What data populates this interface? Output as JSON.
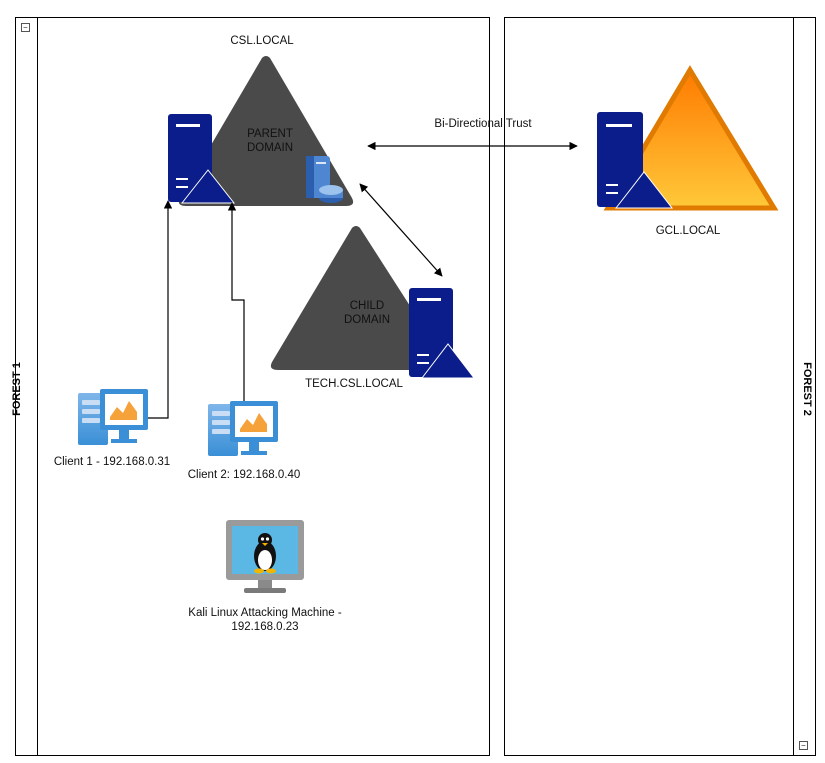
{
  "forests": [
    {
      "title": "FOREST 1"
    },
    {
      "title": "FOREST 2"
    }
  ],
  "parent_domain": {
    "name": "CSL.LOCAL",
    "label": "PARENT DOMAIN"
  },
  "child_domain": {
    "name": "TECH.CSL.LOCAL",
    "label": "CHILD DOMAIN"
  },
  "external_domain": {
    "name": "GCL.LOCAL"
  },
  "trust": {
    "label": "Bi-Directional Trust"
  },
  "clients": [
    {
      "label": "Client 1 - 192.168.0.31"
    },
    {
      "label": "Client 2: 192.168.0.40"
    }
  ],
  "attacker": {
    "label": "Kali Linux Attacking Machine - 192.168.0.23"
  },
  "toggle_symbol": "⊟",
  "colors": {
    "dark_triangle": "#4a4a4a",
    "server_blue": "#0b1d8a",
    "orange": "#f59a1a",
    "client_blue": "#3a8fd6"
  }
}
